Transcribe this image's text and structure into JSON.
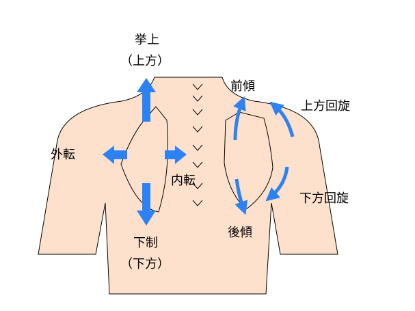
{
  "labels": {
    "elevation": "挙上",
    "elevation_sub": "（上方）",
    "depression": "下制",
    "depression_sub": "（下方）",
    "abduction": "外転",
    "adduction": "内転",
    "anterior_tilt": "前傾",
    "posterior_tilt": "後傾",
    "upward_rotation": "上方回旋",
    "downward_rotation": "下方回旋"
  },
  "colors": {
    "skin": "#fde1cc",
    "outline": "#000000",
    "arrow": "#2d82f3"
  }
}
